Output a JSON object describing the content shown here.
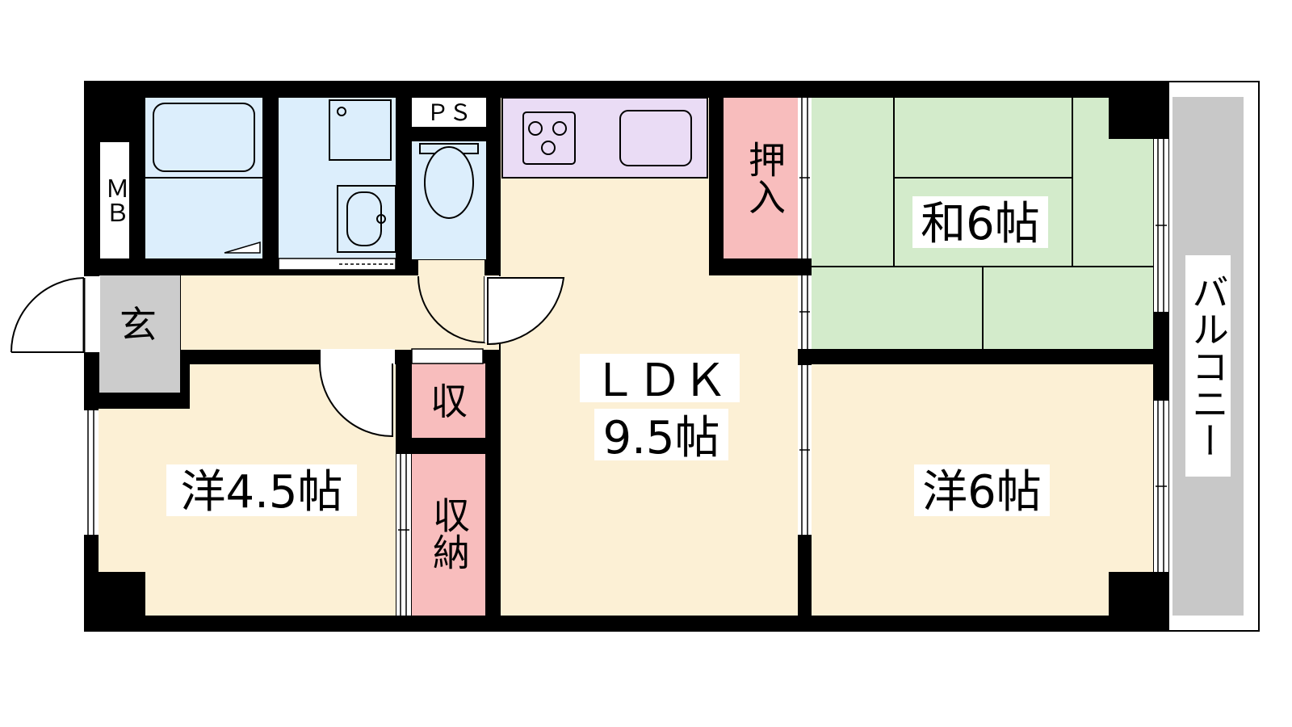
{
  "floorplan": {
    "rooms": {
      "mb": "ＭＢ",
      "ps": "ＰＳ",
      "entrance": "玄",
      "ldk_name": "ＬＤＫ",
      "ldk_size": "9.5帖",
      "japanese_room": "和6帖",
      "western_room_a": "洋4.5帖",
      "western_room_b": "洋6帖",
      "closet_oshiire": "押入",
      "storage_small": "収",
      "storage_closet": "収納",
      "balcony": "バルコニー"
    },
    "colors": {
      "wall": "#000000",
      "wet_area": "#dceefc",
      "living_floor": "#fcf0d5",
      "tatami": "#d3ebcb",
      "closet": "#f8bdbd",
      "kitchen_counter": "#eadcf5",
      "entrance_floor": "#cccccc",
      "balcony_floor": "#c8c8c8"
    }
  }
}
